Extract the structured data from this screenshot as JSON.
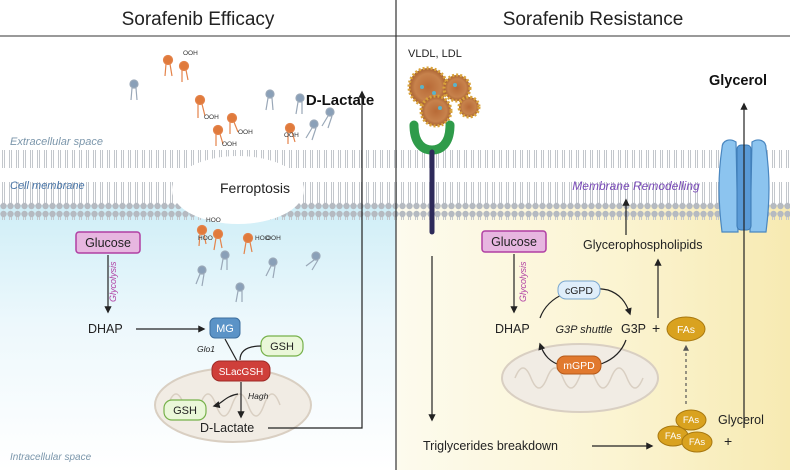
{
  "panels": {
    "left_title": "Sorafenib Efficacy",
    "right_title": "Sorafenib Resistance"
  },
  "regions": {
    "extracellular": "Extracellular space",
    "membrane": "Cell membrane",
    "intracellular": "Intracellular space",
    "remodelling": "Membrane Remodelling"
  },
  "left": {
    "ferroptosis": "Ferroptosis",
    "ooh": "OOH",
    "hoo": "HOO",
    "glucose": "Glucose",
    "glycolysis": "Glycolysis",
    "dhap": "DHAP",
    "mg": "MG",
    "glo1": "Glo1",
    "gsh": "GSH",
    "slacgsh": "SLacGSH",
    "hagh": "Hagh",
    "d_lactate_inner": "D-Lactate",
    "d_lactate_out": "D-Lactate"
  },
  "right": {
    "vldl_ldl": "VLDL, LDL",
    "glucose": "Glucose",
    "glycolysis": "Glycolysis",
    "dhap": "DHAP",
    "cgpd": "cGPD",
    "shuttle": "G3P shuttle",
    "mgpd": "mGPD",
    "g3p": "G3P",
    "plus": "+",
    "fas": "FAs",
    "glycerophospholipids": "Glycerophospholipids",
    "glycerol_out": "Glycerol",
    "glycerol_in": "Glycerol",
    "tg_breakdown": "Triglycerides breakdown"
  },
  "colors": {
    "extracellular_bg": "#ffffff",
    "intracellular_left": "#e6f5fa",
    "intracellular_right": "#fcf6d9",
    "glucose_fill": "#e7b6e0",
    "glucose_stroke": "#b03fa3",
    "mg_fill": "#5b93c7",
    "slacgsh_fill": "#cf3f3a",
    "gsh_fill": "#eaf7d9",
    "gsh_stroke": "#76b14a",
    "fas_fill": "#d9a21f",
    "mgpd_fill": "#e1792e",
    "cgpd_fill": "#dfeefa",
    "receptor": "#2f9b4a",
    "channel": "#8cc4ef"
  }
}
